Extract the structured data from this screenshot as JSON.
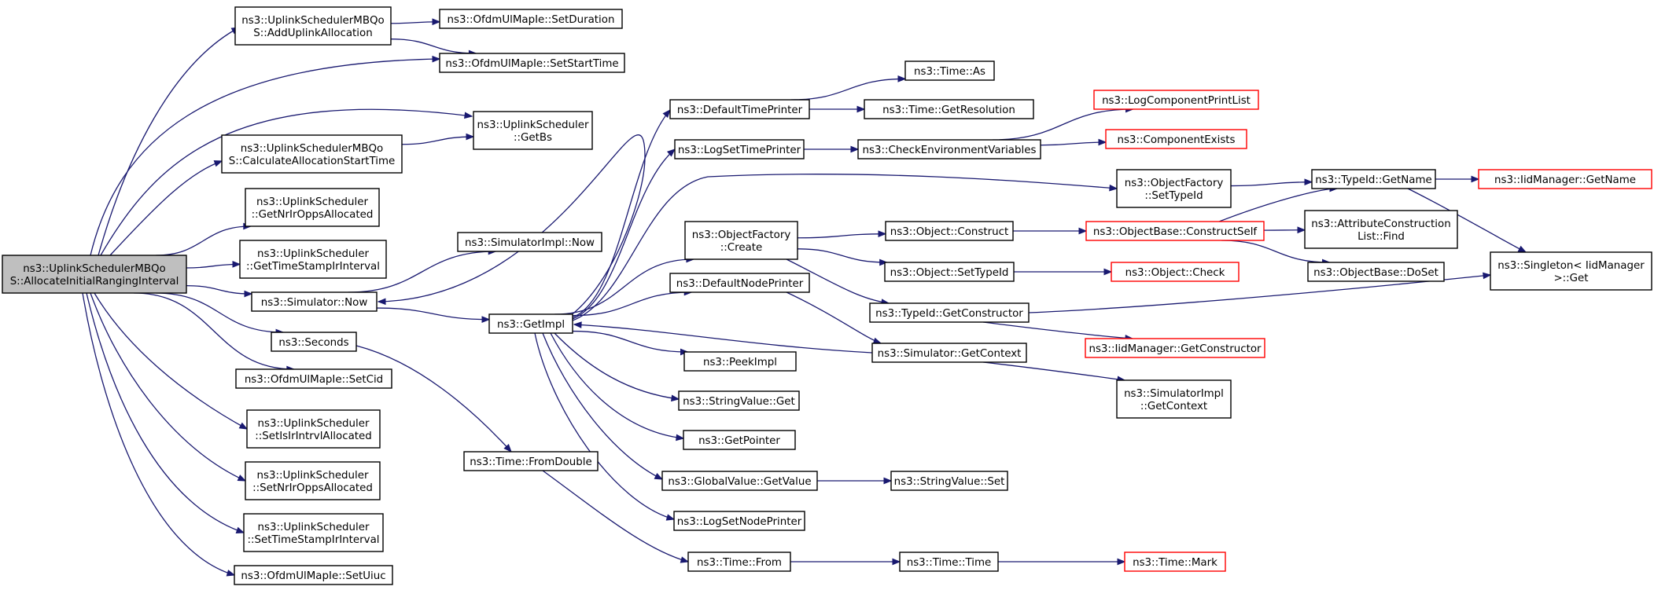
{
  "nodes": [
    {
      "id": "root",
      "lines": [
        "ns3::UplinkSchedulerMBQo",
        "S::AllocateInitialRangingInterval"
      ],
      "style": "root"
    },
    {
      "id": "addUplink",
      "lines": [
        "ns3::UplinkSchedulerMBQo",
        "S::AddUplinkAllocation"
      ],
      "style": "normal"
    },
    {
      "id": "setDuration",
      "lines": [
        "ns3::OfdmUlMapIe::SetDuration"
      ],
      "style": "normal"
    },
    {
      "id": "setStartTime",
      "lines": [
        "ns3::OfdmUlMapIe::SetStartTime"
      ],
      "style": "normal"
    },
    {
      "id": "getBs",
      "lines": [
        "ns3::UplinkScheduler",
        "::GetBs"
      ],
      "style": "normal"
    },
    {
      "id": "calcAlloc",
      "lines": [
        "ns3::UplinkSchedulerMBQo",
        "S::CalculateAllocationStartTime"
      ],
      "style": "normal"
    },
    {
      "id": "getNrIr",
      "lines": [
        "ns3::UplinkScheduler",
        "::GetNrIrOppsAllocated"
      ],
      "style": "normal"
    },
    {
      "id": "getTimeStamp",
      "lines": [
        "ns3::UplinkScheduler",
        "::GetTimeStampIrInterval"
      ],
      "style": "normal"
    },
    {
      "id": "simNow",
      "lines": [
        "ns3::Simulator::Now"
      ],
      "style": "normal"
    },
    {
      "id": "seconds",
      "lines": [
        "ns3::Seconds"
      ],
      "style": "normal"
    },
    {
      "id": "setCid",
      "lines": [
        "ns3::OfdmUlMapIe::SetCid"
      ],
      "style": "normal"
    },
    {
      "id": "setIsIr",
      "lines": [
        "ns3::UplinkScheduler",
        "::SetIsIrIntrvlAllocated"
      ],
      "style": "normal"
    },
    {
      "id": "setNrIr",
      "lines": [
        "ns3::UplinkScheduler",
        "::SetNrIrOppsAllocated"
      ],
      "style": "normal"
    },
    {
      "id": "setTimeStamp",
      "lines": [
        "ns3::UplinkScheduler",
        "::SetTimeStampIrInterval"
      ],
      "style": "normal"
    },
    {
      "id": "setUiuc",
      "lines": [
        "ns3::OfdmUlMapIe::SetUiuc"
      ],
      "style": "normal"
    },
    {
      "id": "simImplNow",
      "lines": [
        "ns3::SimulatorImpl::Now"
      ],
      "style": "normal"
    },
    {
      "id": "getImpl",
      "lines": [
        "ns3::GetImpl"
      ],
      "style": "normal"
    },
    {
      "id": "fromDouble",
      "lines": [
        "ns3::Time::FromDouble"
      ],
      "style": "normal"
    },
    {
      "id": "defTimePrinter",
      "lines": [
        "ns3::DefaultTimePrinter"
      ],
      "style": "normal"
    },
    {
      "id": "logSetTimePrinter",
      "lines": [
        "ns3::LogSetTimePrinter"
      ],
      "style": "normal"
    },
    {
      "id": "objFactCreate",
      "lines": [
        "ns3::ObjectFactory",
        "::Create"
      ],
      "style": "normal"
    },
    {
      "id": "defNodePrinter",
      "lines": [
        "ns3::DefaultNodePrinter"
      ],
      "style": "normal"
    },
    {
      "id": "peekImpl",
      "lines": [
        "ns3::PeekImpl"
      ],
      "style": "normal"
    },
    {
      "id": "strValGet",
      "lines": [
        "ns3::StringValue::Get"
      ],
      "style": "normal"
    },
    {
      "id": "getPointer",
      "lines": [
        "ns3::GetPointer"
      ],
      "style": "normal"
    },
    {
      "id": "gvGetValue",
      "lines": [
        "ns3::GlobalValue::GetValue"
      ],
      "style": "normal"
    },
    {
      "id": "logSetNodePrinter",
      "lines": [
        "ns3::LogSetNodePrinter"
      ],
      "style": "normal"
    },
    {
      "id": "timeFrom",
      "lines": [
        "ns3::Time::From"
      ],
      "style": "normal"
    },
    {
      "id": "timeAs",
      "lines": [
        "ns3::Time::As"
      ],
      "style": "normal"
    },
    {
      "id": "timeGetRes",
      "lines": [
        "ns3::Time::GetResolution"
      ],
      "style": "normal"
    },
    {
      "id": "checkEnv",
      "lines": [
        "ns3::CheckEnvironmentVariables"
      ],
      "style": "normal"
    },
    {
      "id": "objConstruct",
      "lines": [
        "ns3::Object::Construct"
      ],
      "style": "normal"
    },
    {
      "id": "objSetTypeId",
      "lines": [
        "ns3::Object::SetTypeId"
      ],
      "style": "normal"
    },
    {
      "id": "typeIdGetCtor",
      "lines": [
        "ns3::TypeId::GetConstructor"
      ],
      "style": "normal"
    },
    {
      "id": "simGetContext",
      "lines": [
        "ns3::Simulator::GetContext"
      ],
      "style": "normal"
    },
    {
      "id": "strValSet",
      "lines": [
        "ns3::StringValue::Set"
      ],
      "style": "normal"
    },
    {
      "id": "timeTime",
      "lines": [
        "ns3::Time::Time"
      ],
      "style": "normal"
    },
    {
      "id": "logCompPrintList",
      "lines": [
        "ns3::LogComponentPrintList"
      ],
      "style": "red"
    },
    {
      "id": "compExists",
      "lines": [
        "ns3::ComponentExists"
      ],
      "style": "red"
    },
    {
      "id": "objFactSetTypeId",
      "lines": [
        "ns3::ObjectFactory",
        "::SetTypeId"
      ],
      "style": "normal"
    },
    {
      "id": "objBaseConstructSelf",
      "lines": [
        "ns3::ObjectBase::ConstructSelf"
      ],
      "style": "red"
    },
    {
      "id": "objCheck",
      "lines": [
        "ns3::Object::Check"
      ],
      "style": "red"
    },
    {
      "id": "iidGetCtor",
      "lines": [
        "ns3::IidManager::GetConstructor"
      ],
      "style": "red"
    },
    {
      "id": "simImplGetContext",
      "lines": [
        "ns3::SimulatorImpl",
        "::GetContext"
      ],
      "style": "normal"
    },
    {
      "id": "timeMark",
      "lines": [
        "ns3::Time::Mark"
      ],
      "style": "red"
    },
    {
      "id": "typeIdGetName",
      "lines": [
        "ns3::TypeId::GetName"
      ],
      "style": "normal"
    },
    {
      "id": "attrConstrFind",
      "lines": [
        "ns3::AttributeConstruction",
        "List::Find"
      ],
      "style": "normal"
    },
    {
      "id": "objBaseDoSet",
      "lines": [
        "ns3::ObjectBase::DoSet"
      ],
      "style": "normal"
    },
    {
      "id": "iidGetName",
      "lines": [
        "ns3::IidManager::GetName"
      ],
      "style": "red"
    },
    {
      "id": "singletonGet",
      "lines": [
        "ns3::Singleton< IidManager",
        ">::Get"
      ],
      "style": "normal"
    }
  ],
  "edges": [
    [
      "root",
      "addUplink"
    ],
    [
      "root",
      "setStartTime"
    ],
    [
      "root",
      "getBs"
    ],
    [
      "root",
      "calcAlloc"
    ],
    [
      "root",
      "getNrIr"
    ],
    [
      "root",
      "getTimeStamp"
    ],
    [
      "root",
      "simNow"
    ],
    [
      "root",
      "seconds"
    ],
    [
      "root",
      "setCid"
    ],
    [
      "root",
      "setIsIr"
    ],
    [
      "root",
      "setNrIr"
    ],
    [
      "root",
      "setTimeStamp"
    ],
    [
      "root",
      "setUiuc"
    ],
    [
      "addUplink",
      "setDuration"
    ],
    [
      "addUplink",
      "setStartTime"
    ],
    [
      "calcAlloc",
      "getBs"
    ],
    [
      "simNow",
      "simImplNow"
    ],
    [
      "simNow",
      "getImpl"
    ],
    [
      "seconds",
      "fromDouble"
    ],
    [
      "getImpl",
      "defTimePrinter"
    ],
    [
      "getImpl",
      "logSetTimePrinter"
    ],
    [
      "getImpl",
      "objFactSetTypeId"
    ],
    [
      "getImpl",
      "objFactCreate"
    ],
    [
      "getImpl",
      "defNodePrinter"
    ],
    [
      "getImpl",
      "peekImpl"
    ],
    [
      "getImpl",
      "strValGet"
    ],
    [
      "getImpl",
      "getPointer"
    ],
    [
      "getImpl",
      "gvGetValue"
    ],
    [
      "getImpl",
      "logSetNodePrinter"
    ],
    [
      "getImpl",
      "simNow"
    ],
    [
      "fromDouble",
      "timeFrom"
    ],
    [
      "defTimePrinter",
      "timeAs"
    ],
    [
      "defTimePrinter",
      "timeGetRes"
    ],
    [
      "logSetTimePrinter",
      "checkEnv"
    ],
    [
      "objFactCreate",
      "objConstruct"
    ],
    [
      "objFactCreate",
      "objSetTypeId"
    ],
    [
      "objFactCreate",
      "typeIdGetCtor"
    ],
    [
      "defNodePrinter",
      "simGetContext"
    ],
    [
      "gvGetValue",
      "strValSet"
    ],
    [
      "timeFrom",
      "timeTime"
    ],
    [
      "checkEnv",
      "logCompPrintList"
    ],
    [
      "checkEnv",
      "compExists"
    ],
    [
      "objConstruct",
      "objBaseConstructSelf"
    ],
    [
      "objSetTypeId",
      "objCheck"
    ],
    [
      "typeIdGetCtor",
      "iidGetCtor"
    ],
    [
      "typeIdGetCtor",
      "singletonGet"
    ],
    [
      "simGetContext",
      "getImpl"
    ],
    [
      "simGetContext",
      "simImplGetContext"
    ],
    [
      "timeTime",
      "timeMark"
    ],
    [
      "objFactSetTypeId",
      "typeIdGetName"
    ],
    [
      "objBaseConstructSelf",
      "typeIdGetName"
    ],
    [
      "objBaseConstructSelf",
      "attrConstrFind"
    ],
    [
      "objBaseConstructSelf",
      "objBaseDoSet"
    ],
    [
      "typeIdGetName",
      "iidGetName"
    ],
    [
      "typeIdGetName",
      "singletonGet"
    ]
  ],
  "colors": {
    "edge": "#191970",
    "root_fill": "#bfbfbf",
    "normal_border": "#000000",
    "red_border": "#ff0000"
  }
}
